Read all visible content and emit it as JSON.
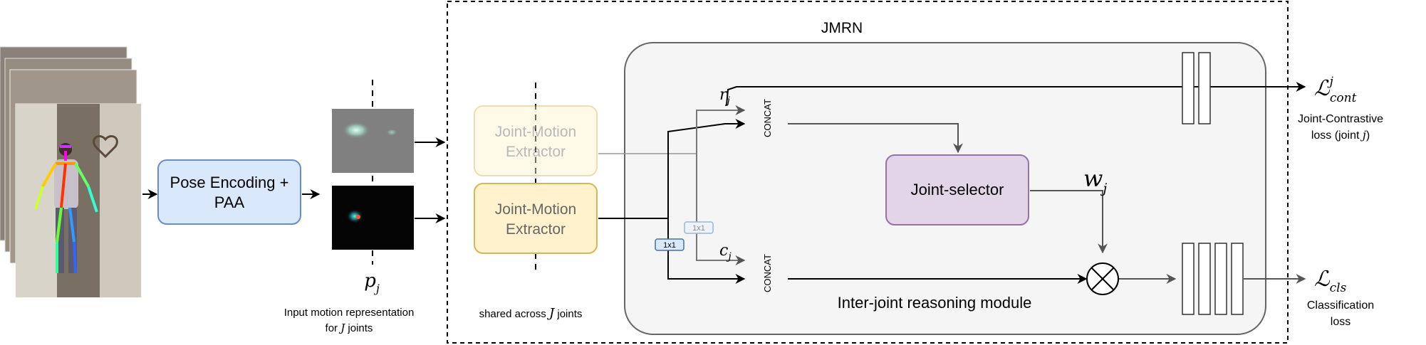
{
  "frames_description_hidden": "",
  "pose_encoding": {
    "line1": "Pose Encoding +",
    "line2": "PAA"
  },
  "motion_rep": {
    "symbol": "p",
    "symbol_sub": "j",
    "caption_line1": "Input motion representation",
    "caption_line2_pre": "for ",
    "caption_line2_var": "J",
    "caption_line2_post": " joints"
  },
  "extractor_top": {
    "line1": "Joint-Motion",
    "line2": "Extractor"
  },
  "extractor_bottom": {
    "line1": "Joint-Motion",
    "line2": "Extractor"
  },
  "shared_caption": {
    "pre": "shared  across ",
    "var": "J",
    "post": " joints"
  },
  "jmrn": {
    "title": "JMRN",
    "module_label": "Inter-joint reasoning module"
  },
  "conv_top": "1x1",
  "conv_bottom": "1x1",
  "r_symbol": {
    "base": "r",
    "sub": "j"
  },
  "c_symbol": {
    "base": "c",
    "sub": "j"
  },
  "concat_top": "CONCAT",
  "concat_bottom": "CONCAT",
  "joint_selector": "Joint-selector",
  "w_symbol": {
    "base": "w",
    "sub": "j"
  },
  "multiply_symbol": "⊗",
  "loss_cont": {
    "symbol": "ℒ",
    "sub": "cont",
    "sup": "j",
    "label_line1": "Joint-Contrastive",
    "label_line2_pre": "loss (joint ",
    "label_line2_var": "j",
    "label_line2_post": ")"
  },
  "loss_cls": {
    "symbol": "ℒ",
    "sub": "cls",
    "label_line1": "Classification",
    "label_line2": "loss"
  },
  "colors": {
    "pose_fill": "#dae8fc",
    "pose_stroke": "#6c8ebf",
    "extractor_fill": "#fff2cc",
    "extractor_stroke": "#d6b656",
    "selector_fill": "#e1d5e7",
    "selector_stroke": "#9673a6",
    "jmrn_fill": "#f5f5f5",
    "jmrn_stroke": "#666666"
  }
}
